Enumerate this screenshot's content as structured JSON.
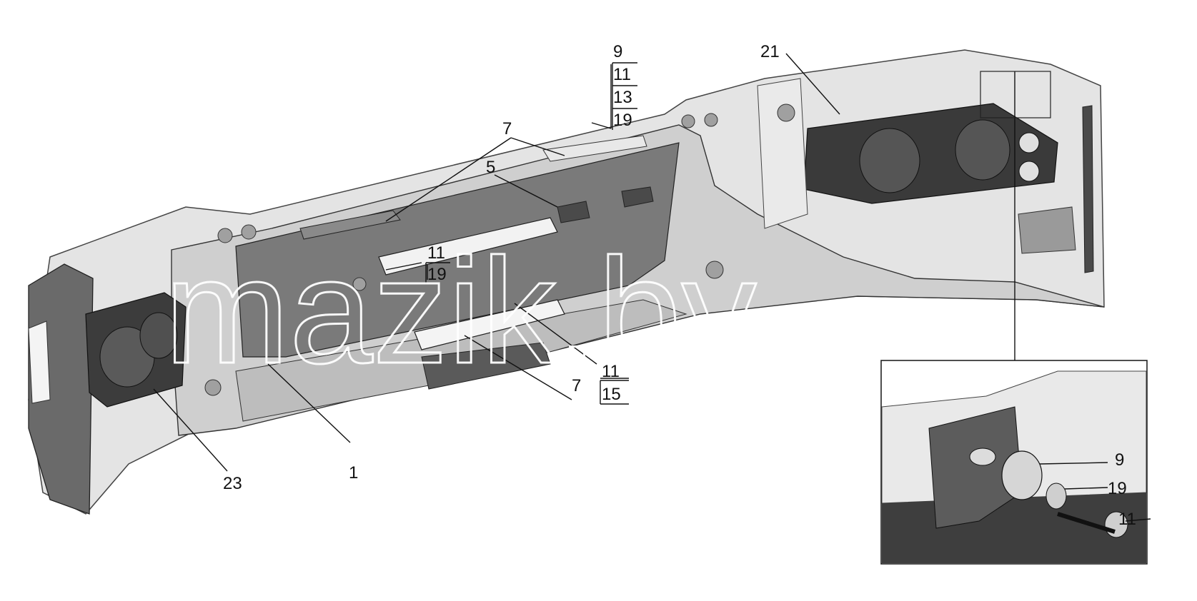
{
  "callouts": {
    "c1": "1",
    "c5": "5",
    "c7a": "7",
    "c7b": "7",
    "c9a": "9",
    "c11a": "11",
    "c13": "13",
    "c19a": "19",
    "c11b": "11",
    "c19b": "19",
    "c11c": "11",
    "c15": "15",
    "c21": "21",
    "c23": "23",
    "c9b": "9",
    "c19c": "19",
    "c11d": "11"
  },
  "watermark": "mazik.by",
  "colors": {
    "background": "#ffffff",
    "bumper_light": "#d9d9d9",
    "bumper_mid": "#a8a8a8",
    "bumper_dark": "#4a4a4a",
    "label": "#111111"
  }
}
